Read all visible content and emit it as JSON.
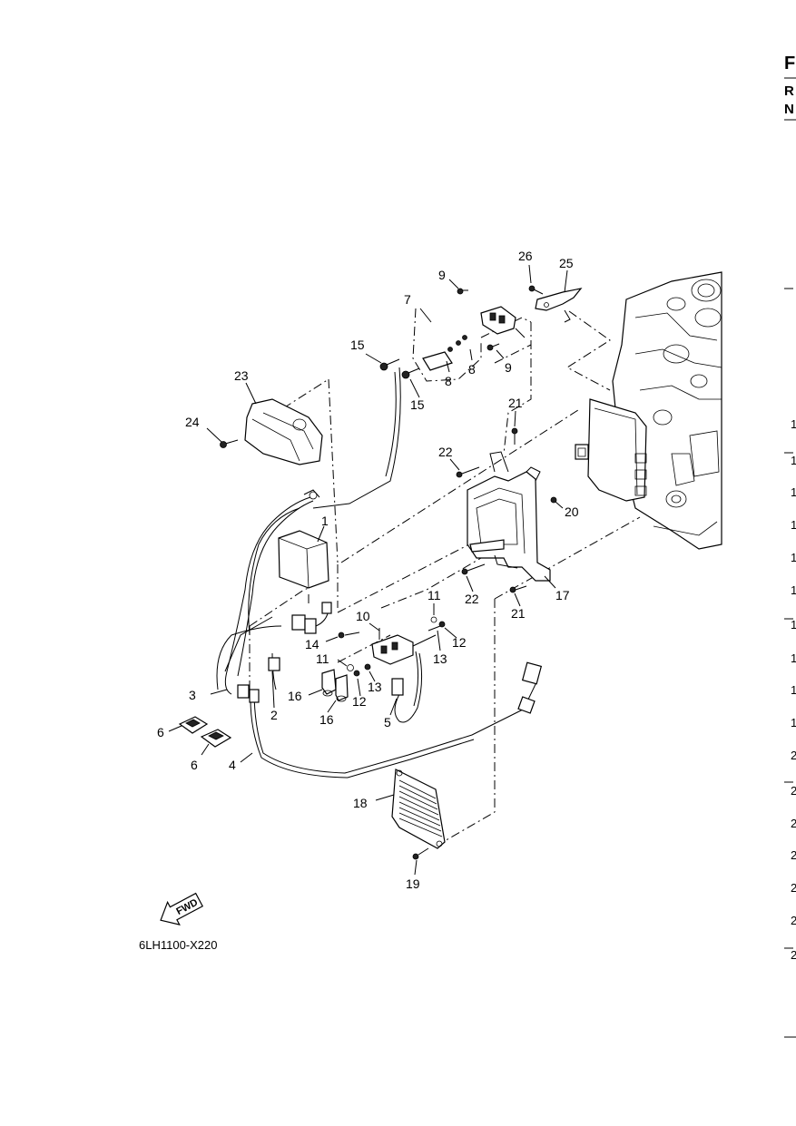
{
  "diagram_code": "6LH1100-X220",
  "fwd_label": "FWD",
  "edge_column": {
    "header_letters": [
      "F",
      "R",
      "N"
    ],
    "numbers": [
      "1",
      "1",
      "1",
      "1",
      "1",
      "1",
      "1",
      "1",
      "1",
      "1",
      "2",
      "2",
      "2",
      "2",
      "2",
      "2",
      "2"
    ]
  },
  "callouts": [
    "1",
    "2",
    "3",
    "4",
    "5",
    "6",
    "6",
    "7",
    "8",
    "8",
    "9",
    "9",
    "10",
    "11",
    "11",
    "12",
    "12",
    "13",
    "13",
    "14",
    "15",
    "15",
    "16",
    "16",
    "17",
    "18",
    "19",
    "20",
    "21",
    "21",
    "22",
    "22",
    "23",
    "24",
    "25",
    "26"
  ]
}
